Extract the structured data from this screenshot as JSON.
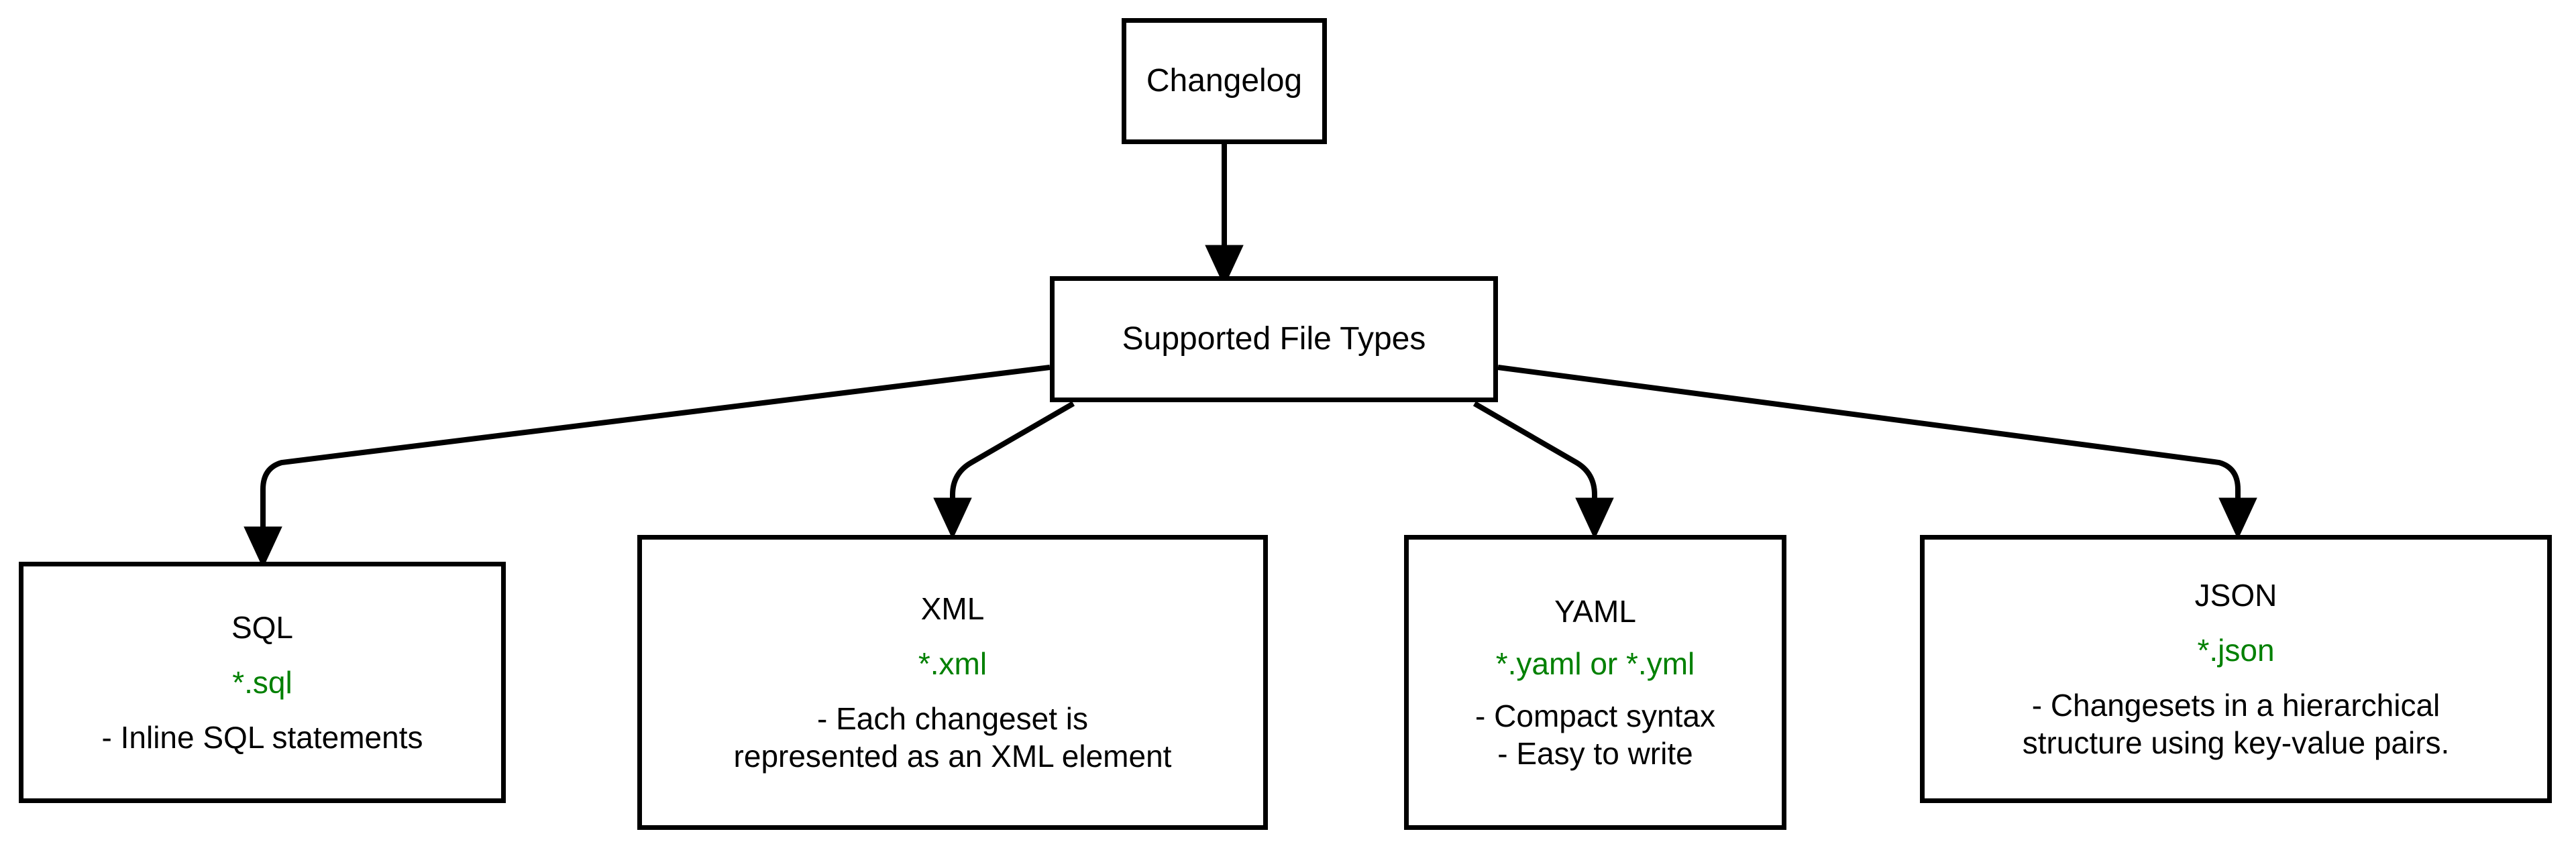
{
  "diagram": {
    "type": "flowchart",
    "direction": "top-down",
    "background_color": "#ffffff",
    "node_border_color": "#000000",
    "text_color": "#000000",
    "accent_color": "#008000",
    "edge_color": "#000000"
  },
  "nodes": {
    "changelog": {
      "id": "changelog",
      "title": "Changelog"
    },
    "supported": {
      "id": "supported",
      "title": "Supported File Types"
    },
    "sql": {
      "id": "sql",
      "title": "SQL",
      "extension": "*.sql",
      "description": "- Inline SQL statements"
    },
    "xml": {
      "id": "xml",
      "title": "XML",
      "extension": "*.xml",
      "description": "- Each changeset is\nrepresented as an XML element"
    },
    "yaml": {
      "id": "yaml",
      "title": "YAML",
      "extension": "*.yaml or *.yml",
      "description": "- Compact syntax\n- Easy to write"
    },
    "json": {
      "id": "json",
      "title": "JSON",
      "extension": "*.json",
      "description": "- Changesets in a hierarchical\nstructure using key-value pairs."
    }
  },
  "edges": [
    {
      "id": "e1",
      "from": "changelog",
      "to": "supported",
      "arrow": "down"
    },
    {
      "id": "e2",
      "from": "supported",
      "to": "sql",
      "arrow": "down"
    },
    {
      "id": "e3",
      "from": "supported",
      "to": "xml",
      "arrow": "down"
    },
    {
      "id": "e4",
      "from": "supported",
      "to": "yaml",
      "arrow": "down"
    },
    {
      "id": "e5",
      "from": "supported",
      "to": "json",
      "arrow": "down"
    }
  ]
}
